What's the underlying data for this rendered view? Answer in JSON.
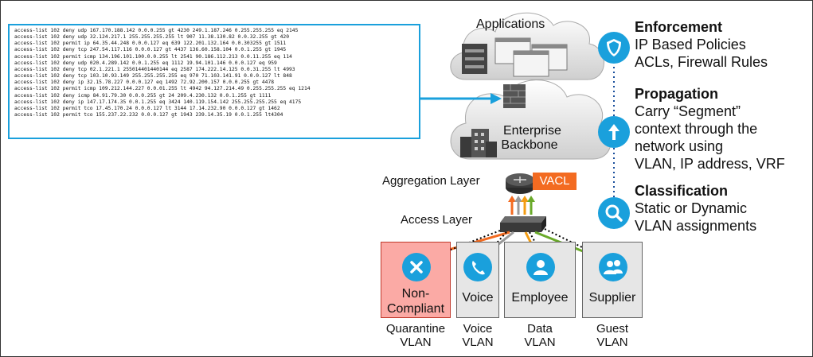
{
  "acl_lines": [
    "access-list 102 deny udp 167.170.188.142 0.0.0.255 gt 4230 249.1.187.246 0.255.255.255 eq 2145",
    "access-list 102 deny udp 32.124.217.1 255.255.255.255 lt 907 11.38.130.82 0.0.32.255 gt 420",
    "access-list 102 permit ip 64.35.44.248 0.0.0.127 eq 639 122.201.132.164 0.0.303255 gt 1511",
    "access-list 102 deny tcp 247.54.117.116 0.0.0.127 gt 4437 136.60.158.104 0.0.1.255 gt 1945",
    "access-list 102 permit icmp 134.196.101.100.0.0.255 lt 2541 90.186.112.213 0.0.11.255 eq 114",
    "access-list 102 deny udp 020.4.289.142 0.0.1.255 eq 1112 19.94.101.146 0.0.0.127 eq 959",
    "access-list 102 deny tcp 02.1.221.1 255014401440144 eq 2587 174.222.14.125 0.0.31.255 lt 4993",
    "access-list 102 deny tcp 103.10.93.149 255.255.255.255 eq 970 71.103.141.91 0.0.0.127 lt 848",
    "access-list 102 deny ip 32.15.78.227 0.0.0.127 eq 1492 72.92.200.157 0.0.0.255 gt 4478",
    "access-list 102 permit icmp 109.212.144.227 0.0.01.255 lt 4942 94.127.214.49 0.255.255.255 eq 1214",
    "access-list 102 deny icmp 84.91.79.30 0.0.0.255 gt 24 209.4.230.132 0.0.1.255 gt 1111",
    "access-list 102 deny ip 147.17.174.35 0.0.1.255 eq 3424 140.119.154.142 255.255.255.255 eq 4175",
    "access-list 102 permit tco 17.45.170.24 0.0.0.127 lt 3144 17.14.232.90 0.0.0.127 gt 1462",
    "access-list 102 permit tco 155.237.22.232 0.0.0.127 gt 1943 239.14.35.19 0.0.1.255 lt4304"
  ],
  "clouds": {
    "applications": "Applications",
    "enterprise_line1": "Enterprise",
    "enterprise_line2": "Backbone"
  },
  "layers": {
    "aggregation": "Aggregation Layer",
    "access": "Access Layer",
    "vacl": "VACL"
  },
  "endpoints": [
    {
      "label_lines": [
        "Non-",
        "Compliant"
      ],
      "vlan_lines": [
        "Quarantine",
        "VLAN"
      ],
      "icon": "x-icon",
      "color": "#fbaaa5",
      "line_color": "#f36b21"
    },
    {
      "label_lines": [
        "Voice"
      ],
      "vlan_lines": [
        "Voice",
        "VLAN"
      ],
      "icon": "phone-icon",
      "color": "#e6e6e6",
      "line_color": "#999999"
    },
    {
      "label_lines": [
        "Employee"
      ],
      "vlan_lines": [
        "Data",
        "VLAN"
      ],
      "icon": "person-icon",
      "color": "#e6e6e6",
      "line_color": "#f39c12"
    },
    {
      "label_lines": [
        "Supplier"
      ],
      "vlan_lines": [
        "Guest",
        "VLAN"
      ],
      "icon": "people-icon",
      "color": "#e6e6e6",
      "line_color": "#6aaa2a"
    }
  ],
  "right_panel": {
    "enforcement": {
      "heading": "Enforcement",
      "lines": [
        "IP Based Policies",
        "ACLs, Firewall Rules"
      ],
      "icon": "shield-icon"
    },
    "propagation": {
      "heading": "Propagation",
      "lines": [
        "Carry “Segment”",
        "context through the",
        "network using",
        "VLAN, IP address, VRF"
      ],
      "icon": "arrow-up-icon"
    },
    "classification": {
      "heading": "Classification",
      "lines": [
        "Static or Dynamic",
        "VLAN assignments"
      ],
      "icon": "search-icon"
    }
  },
  "colors": {
    "accent_blue": "#1aa0dc",
    "vacl_orange": "#f36b21",
    "quarantine_pink": "#fbaaa5"
  }
}
